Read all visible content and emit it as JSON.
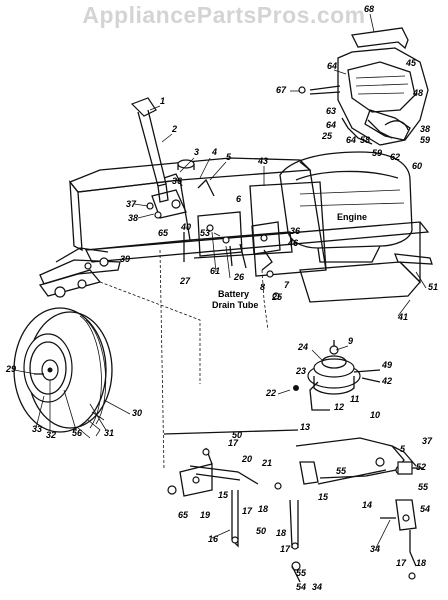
{
  "watermark": "AppliancePartsPros.com",
  "labels": {
    "engine": "Engine",
    "battery_drain_tube_line1": "Battery",
    "battery_drain_tube_line2": "Drain Tube"
  },
  "callouts": [
    {
      "id": "c68",
      "text": "68"
    },
    {
      "id": "c64a",
      "text": "64"
    },
    {
      "id": "c45",
      "text": "45"
    },
    {
      "id": "c67",
      "text": "67"
    },
    {
      "id": "c48",
      "text": "48"
    },
    {
      "id": "c63",
      "text": "63"
    },
    {
      "id": "c64b",
      "text": "64"
    },
    {
      "id": "c25a",
      "text": "25"
    },
    {
      "id": "c64c",
      "text": "64"
    },
    {
      "id": "c58",
      "text": "58"
    },
    {
      "id": "c38a",
      "text": "38"
    },
    {
      "id": "c59a",
      "text": "59"
    },
    {
      "id": "c59b",
      "text": "59"
    },
    {
      "id": "c62",
      "text": "62"
    },
    {
      "id": "c60",
      "text": "60"
    },
    {
      "id": "c1",
      "text": "1"
    },
    {
      "id": "c2",
      "text": "2"
    },
    {
      "id": "c3",
      "text": "3"
    },
    {
      "id": "c4",
      "text": "4"
    },
    {
      "id": "c5a",
      "text": "5"
    },
    {
      "id": "c43",
      "text": "43"
    },
    {
      "id": "c36a",
      "text": "36"
    },
    {
      "id": "c37a",
      "text": "37"
    },
    {
      "id": "c38b",
      "text": "38"
    },
    {
      "id": "c65a",
      "text": "65"
    },
    {
      "id": "c40",
      "text": "40"
    },
    {
      "id": "c6",
      "text": "6"
    },
    {
      "id": "c53",
      "text": "53"
    },
    {
      "id": "c36b",
      "text": "36"
    },
    {
      "id": "c46",
      "text": "46"
    },
    {
      "id": "c39",
      "text": "39"
    },
    {
      "id": "c61",
      "text": "61"
    },
    {
      "id": "c26",
      "text": "26"
    },
    {
      "id": "c27",
      "text": "27"
    },
    {
      "id": "c8",
      "text": "8"
    },
    {
      "id": "c7",
      "text": "7"
    },
    {
      "id": "c25b",
      "text": "25"
    },
    {
      "id": "c51",
      "text": "51"
    },
    {
      "id": "c41",
      "text": "41"
    },
    {
      "id": "c9",
      "text": "9"
    },
    {
      "id": "c24",
      "text": "24"
    },
    {
      "id": "c49",
      "text": "49"
    },
    {
      "id": "c23",
      "text": "23"
    },
    {
      "id": "c42",
      "text": "42"
    },
    {
      "id": "c22",
      "text": "22"
    },
    {
      "id": "c11",
      "text": "11"
    },
    {
      "id": "c12",
      "text": "12"
    },
    {
      "id": "c10",
      "text": "10"
    },
    {
      "id": "c13",
      "text": "13"
    },
    {
      "id": "c29",
      "text": "29"
    },
    {
      "id": "c33",
      "text": "33"
    },
    {
      "id": "c32",
      "text": "32"
    },
    {
      "id": "c56",
      "text": "56"
    },
    {
      "id": "c31",
      "text": "31"
    },
    {
      "id": "c30",
      "text": "30"
    },
    {
      "id": "c17a",
      "text": "17"
    },
    {
      "id": "c50a",
      "text": "50"
    },
    {
      "id": "c20",
      "text": "20"
    },
    {
      "id": "c21",
      "text": "21"
    },
    {
      "id": "c55a",
      "text": "55"
    },
    {
      "id": "c5b",
      "text": "5"
    },
    {
      "id": "c37b",
      "text": "37"
    },
    {
      "id": "c65b",
      "text": "65"
    },
    {
      "id": "c19",
      "text": "19"
    },
    {
      "id": "c15a",
      "text": "15"
    },
    {
      "id": "c18a",
      "text": "18"
    },
    {
      "id": "c17b",
      "text": "17"
    },
    {
      "id": "c50b",
      "text": "50"
    },
    {
      "id": "c16",
      "text": "16"
    },
    {
      "id": "c18b",
      "text": "18"
    },
    {
      "id": "c17c",
      "text": "17"
    },
    {
      "id": "c15b",
      "text": "15"
    },
    {
      "id": "c14",
      "text": "14"
    },
    {
      "id": "c52",
      "text": "52"
    },
    {
      "id": "c55b",
      "text": "55"
    },
    {
      "id": "c54a",
      "text": "54"
    },
    {
      "id": "c34a",
      "text": "34"
    },
    {
      "id": "c55c",
      "text": "55"
    },
    {
      "id": "c54b",
      "text": "54"
    },
    {
      "id": "c34b",
      "text": "34"
    },
    {
      "id": "c17d",
      "text": "17"
    },
    {
      "id": "c18c",
      "text": "18"
    }
  ]
}
